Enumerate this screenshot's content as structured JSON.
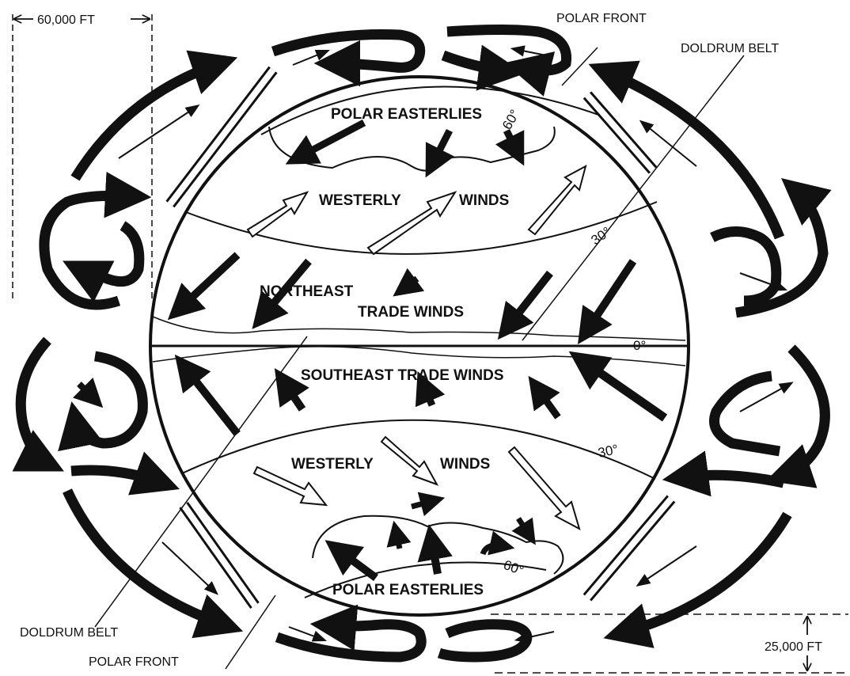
{
  "labels": {
    "polar_easterlies_north": "POLAR EASTERLIES",
    "westerly_north": "WESTERLY",
    "winds_north": "WINDS",
    "northeast": "NORTHEAST",
    "trade_winds_north": "TRADE WINDS",
    "southeast_trade_winds": "SOUTHEAST TRADE WINDS",
    "westerly_south": "WESTERLY",
    "winds_south": "WINDS",
    "polar_easterlies_south": "POLAR EASTERLIES"
  },
  "latitudes": {
    "north_60": "60°",
    "north_30": "30°",
    "equator": "0°",
    "south_30": "30°",
    "south_60": "60°"
  },
  "callouts": {
    "polar_front_top": "POLAR FRONT",
    "doldrum_belt_top": "DOLDRUM BELT",
    "doldrum_belt_bottom": "DOLDRUM BELT",
    "polar_front_bottom": "POLAR FRONT",
    "height_60000": "60,000 FT",
    "height_25000": "25,000 FT"
  },
  "colors": {
    "ink": "#111111",
    "paper": "#ffffff"
  }
}
